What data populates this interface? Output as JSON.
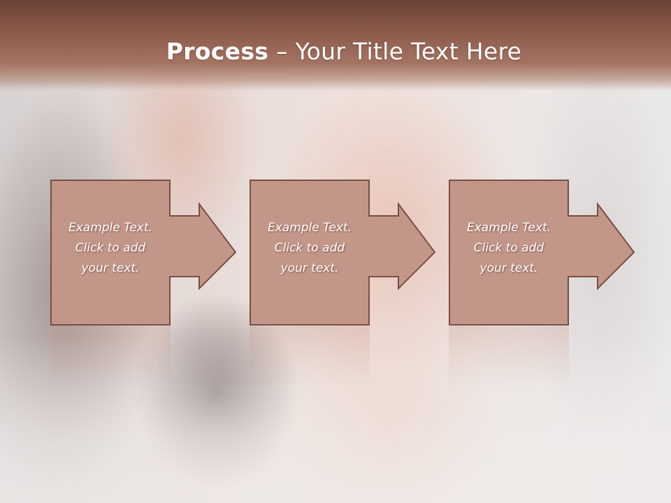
{
  "slide": {
    "title_bold": "Process",
    "title_rest": " – Your Title Text Here",
    "colors": {
      "title_band": "#8c5a4b",
      "box_fill": "#c3968a",
      "box_stroke": "#7a4e42",
      "text": "#ffffff"
    }
  },
  "steps": [
    {
      "text": "Example Text.\nClick  to add\nyour text."
    },
    {
      "text": "Example Text.\nClick  to add\nyour text."
    },
    {
      "text": "Example Text.\nClick  to add\nyour text."
    }
  ]
}
